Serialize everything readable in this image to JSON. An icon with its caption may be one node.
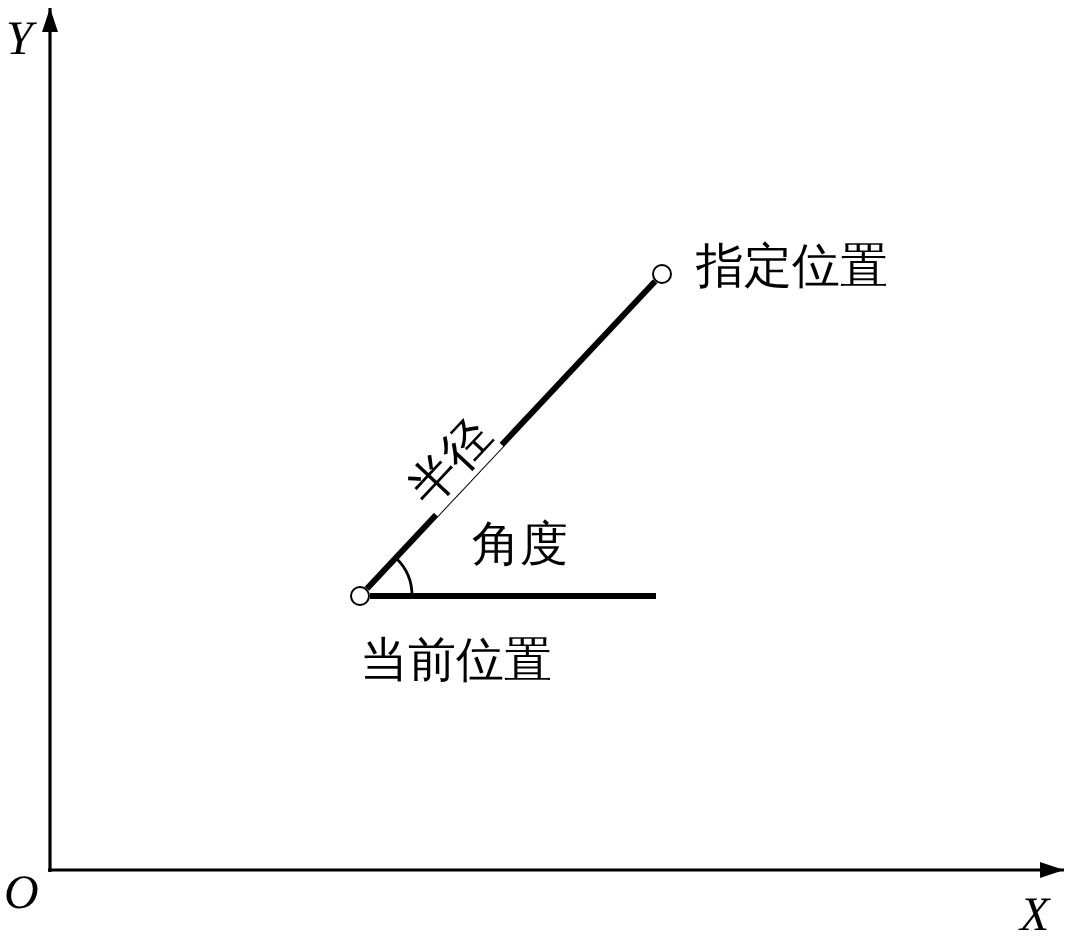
{
  "diagram": {
    "nodes": [
      {
        "text": [],
        "shape": "circle",
        "beside": [
          "当前位置"
        ]
      },
      {
        "text": [],
        "shape": "circle",
        "beside": [
          "指定位置"
        ]
      }
    ],
    "edges": [
      {
        "from": 0,
        "to": 1,
        "arrow": "none",
        "label": "半径"
      }
    ],
    "labels": [
      "Y",
      "角度",
      "O",
      "X"
    ]
  }
}
